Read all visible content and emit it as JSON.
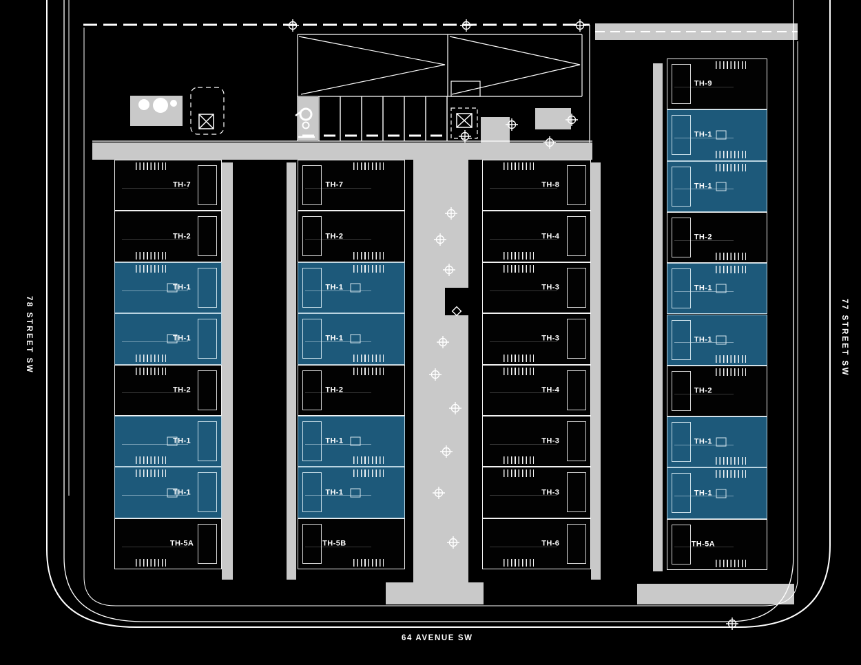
{
  "streets": {
    "left": "78 STREET SW",
    "right": "77 STREET SW",
    "bottom": "64 AVENUE SW"
  },
  "colors": {
    "background": "#000000",
    "linework": "#ffffff",
    "paving": "#c9c9c9",
    "unit_fill": "#020202",
    "highlight_fill": "#1d597a",
    "highlight_line": "#bad4e1"
  },
  "icons": {
    "tree": "⊕",
    "transformer": "⊠",
    "hydrant": "⚲",
    "diamond": "◇"
  },
  "buildings": [
    {
      "id": "building-west",
      "units": [
        {
          "label": "TH-7",
          "highlighted": false
        },
        {
          "label": "TH-2",
          "highlighted": false
        },
        {
          "label": "TH-1",
          "highlighted": true
        },
        {
          "label": "TH-1",
          "highlighted": true
        },
        {
          "label": "TH-2",
          "highlighted": false
        },
        {
          "label": "TH-1",
          "highlighted": true
        },
        {
          "label": "TH-1",
          "highlighted": true
        },
        {
          "label": "TH-5A",
          "highlighted": false
        }
      ]
    },
    {
      "id": "building-west-center",
      "units": [
        {
          "label": "TH-7",
          "highlighted": false
        },
        {
          "label": "TH-2",
          "highlighted": false
        },
        {
          "label": "TH-1",
          "highlighted": true
        },
        {
          "label": "TH-1",
          "highlighted": true
        },
        {
          "label": "TH-2",
          "highlighted": false
        },
        {
          "label": "TH-1",
          "highlighted": true
        },
        {
          "label": "TH-1",
          "highlighted": true
        },
        {
          "label": "TH-5B",
          "highlighted": false
        }
      ]
    },
    {
      "id": "building-east-center",
      "units": [
        {
          "label": "TH-8",
          "highlighted": false
        },
        {
          "label": "TH-4",
          "highlighted": false
        },
        {
          "label": "TH-3",
          "highlighted": false
        },
        {
          "label": "TH-3",
          "highlighted": false
        },
        {
          "label": "TH-4",
          "highlighted": false
        },
        {
          "label": "TH-3",
          "highlighted": false
        },
        {
          "label": "TH-3",
          "highlighted": false
        },
        {
          "label": "TH-6",
          "highlighted": false
        }
      ]
    },
    {
      "id": "building-east",
      "units": [
        {
          "label": "TH-9",
          "highlighted": false
        },
        {
          "label": "TH-1",
          "highlighted": true
        },
        {
          "label": "TH-1",
          "highlighted": true
        },
        {
          "label": "TH-2",
          "highlighted": false
        },
        {
          "label": "TH-1",
          "highlighted": true
        },
        {
          "label": "TH-1",
          "highlighted": true
        },
        {
          "label": "TH-2",
          "highlighted": false
        },
        {
          "label": "TH-1",
          "highlighted": true
        },
        {
          "label": "TH-1",
          "highlighted": true
        },
        {
          "label": "TH-5A",
          "highlighted": false
        }
      ]
    }
  ]
}
